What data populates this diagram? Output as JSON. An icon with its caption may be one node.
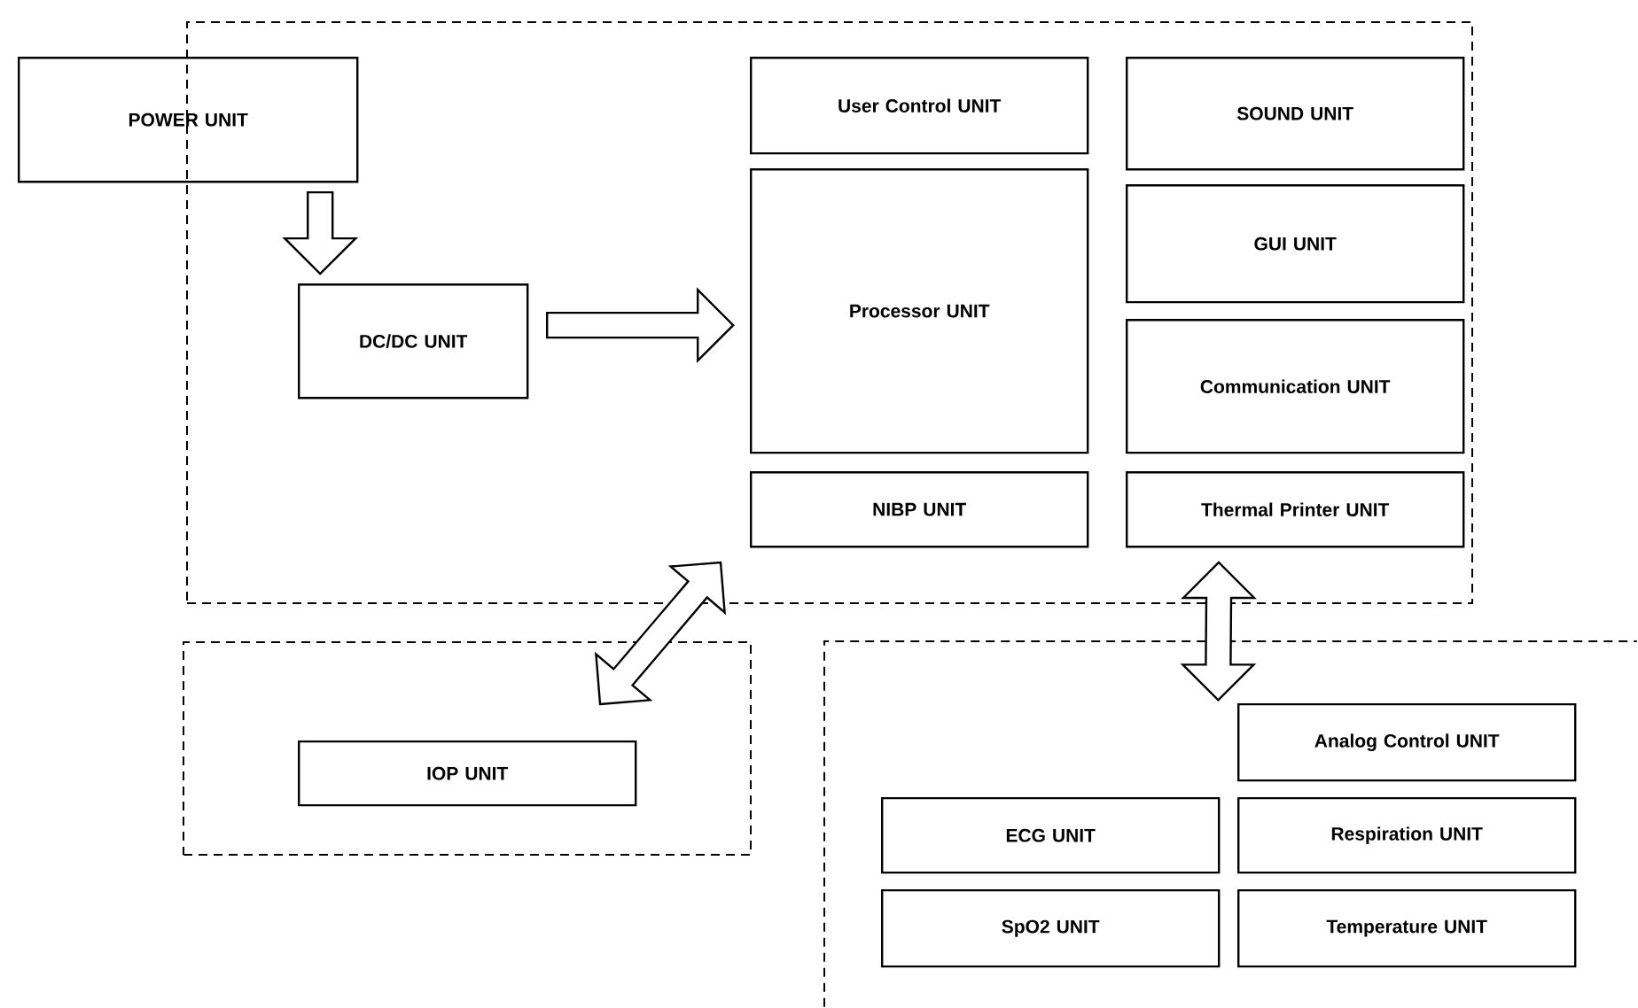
{
  "diagram": {
    "nodes": [
      {
        "text": [],
        "shape": "box"
      },
      {
        "text": [
          "POWER UNIT"
        ]
      },
      {
        "text": [
          "User Control UNIT"
        ],
        "in": 0
      },
      {
        "text": [
          "SOUND UNIT"
        ],
        "in": 0
      },
      {
        "text": [
          "Processor UNIT"
        ],
        "in": 0
      },
      {
        "text": [
          "GUI UNIT"
        ],
        "in": 0
      },
      {
        "text": [
          "DC/DC UNIT"
        ],
        "in": 0
      },
      {
        "text": [
          "Communication UNIT"
        ],
        "in": 0
      },
      {
        "text": [
          "NIBP UNIT"
        ],
        "in": 0
      },
      {
        "text": [
          "Thermal Printer UNIT"
        ],
        "in": 0
      },
      {
        "text": [],
        "shape": "box"
      },
      {
        "text": [
          "IOP UNIT"
        ],
        "in": 10
      },
      {
        "text": [],
        "shape": "box"
      },
      {
        "text": [
          "Analog Control UNIT"
        ],
        "in": 12
      },
      {
        "text": [
          "ECG UNIT"
        ],
        "in": 12
      },
      {
        "text": [
          "Respiration UNIT"
        ],
        "in": 12
      },
      {
        "text": [
          "SpO2 UNIT"
        ],
        "in": 12
      },
      {
        "text": [
          "Temperature UNIT"
        ],
        "in": 12
      }
    ],
    "edges": [
      {
        "from": 1,
        "to": 6,
        "arrow": "to"
      },
      {
        "from": 6,
        "to": 4,
        "arrow": "to"
      },
      {
        "from": 10,
        "to": 0,
        "arrow": "both"
      },
      {
        "from": 0,
        "to": 12,
        "arrow": "both"
      }
    ]
  }
}
